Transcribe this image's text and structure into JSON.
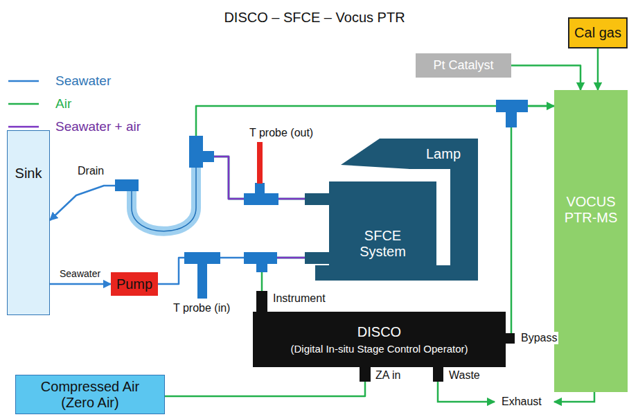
{
  "diagram": {
    "title": "DISCO – SFCE – Vocus PTR",
    "nodes": [
      {
        "text": [
          "Cal gas"
        ]
      },
      {
        "text": [
          "Pt Catalyst"
        ]
      },
      {
        "text": [
          "Lamp"
        ]
      },
      {
        "text": [
          "VOCUS PTR-MS"
        ]
      },
      {
        "text": [
          "Sink"
        ]
      },
      {
        "text": [
          "SFCE System"
        ]
      },
      {
        "text": [
          "Pump"
        ]
      },
      {
        "text": [
          "DISCO",
          "(Digital In-situ Stage Control Operator)"
        ]
      },
      {
        "text": [
          "Compressed Air (Zero Air)"
        ]
      }
    ],
    "edges": [
      {
        "from": 4,
        "to": 6,
        "label": "Seawater",
        "arrow": "to"
      },
      {
        "from": 6,
        "to": 5,
        "arrow": "none"
      },
      {
        "from": 7,
        "to": 5,
        "arrow": "none"
      },
      {
        "from": 5,
        "to": 4,
        "arrow": "to"
      },
      {
        "from": 5,
        "to": 3,
        "arrow": "to"
      },
      {
        "from": 7,
        "to": 3,
        "arrow": "none"
      },
      {
        "from": 1,
        "to": 3,
        "arrow": "to"
      },
      {
        "from": 0,
        "to": 3,
        "arrow": "to"
      },
      {
        "from": 8,
        "to": 7,
        "arrow": "none"
      }
    ],
    "labels": [
      "Drain",
      "T probe (out)",
      "T probe (in)",
      "Instrument",
      "Bypass",
      "ZA in",
      "Waste",
      "Exhaust"
    ],
    "legend": [
      {
        "text": "Seawater"
      },
      {
        "text": "Air"
      },
      {
        "text": "Seawater + air"
      }
    ]
  }
}
